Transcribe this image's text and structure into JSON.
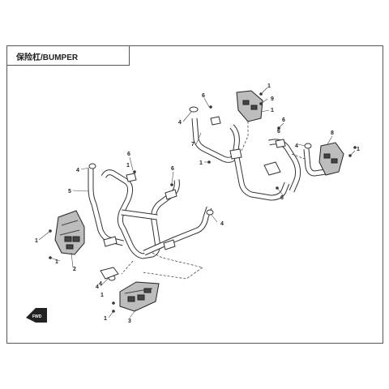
{
  "page": {
    "title": "保险杠/BUMPER"
  },
  "diagram": {
    "fwd_label": "FWD",
    "callouts": [
      {
        "id": "c1",
        "text": "1"
      },
      {
        "id": "c2",
        "text": "1"
      },
      {
        "id": "c3",
        "text": "1"
      },
      {
        "id": "c4",
        "text": "1"
      },
      {
        "id": "c5",
        "text": "1"
      },
      {
        "id": "c6",
        "text": "2"
      },
      {
        "id": "c7",
        "text": "3"
      },
      {
        "id": "c8",
        "text": "4"
      },
      {
        "id": "c9",
        "text": "4"
      },
      {
        "id": "c10",
        "text": "4"
      },
      {
        "id": "c11",
        "text": "4"
      },
      {
        "id": "c12",
        "text": "4"
      },
      {
        "id": "c13",
        "text": "5"
      },
      {
        "id": "c14",
        "text": "6"
      },
      {
        "id": "c15",
        "text": "6"
      },
      {
        "id": "c16",
        "text": "6"
      },
      {
        "id": "c17",
        "text": "6"
      },
      {
        "id": "c18",
        "text": "6"
      },
      {
        "id": "c19",
        "text": "7"
      },
      {
        "id": "c20",
        "text": "8"
      },
      {
        "id": "c21",
        "text": "9"
      },
      {
        "id": "c22",
        "text": "1"
      },
      {
        "id": "c23",
        "text": "1"
      },
      {
        "id": "c24",
        "text": "1"
      },
      {
        "id": "c25",
        "text": "1"
      },
      {
        "id": "c26",
        "text": "6"
      },
      {
        "id": "c27",
        "text": "4"
      }
    ]
  }
}
